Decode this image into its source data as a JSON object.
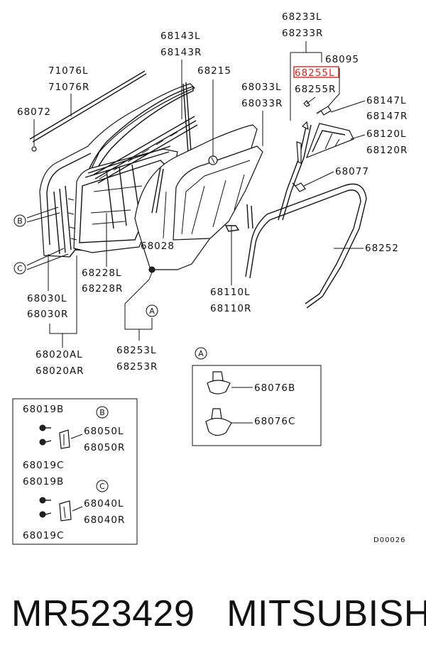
{
  "labels": {
    "p68233L": "68233L",
    "p68233R": "68233R",
    "p68095": "68095",
    "p68255L": "68255L",
    "p68255R": "68255R",
    "p68143L": "68143L",
    "p68143R": "68143R",
    "p71076L": "71076L",
    "p71076R": "71076R",
    "p68215": "68215",
    "p68033L": "68033L",
    "p68033R": "68033R",
    "p68147L": "68147L",
    "p68147R": "68147R",
    "p68072": "68072",
    "p68120L": "68120L",
    "p68120R": "68120R",
    "p68077": "68077",
    "p68028": "68028",
    "p68252": "68252",
    "p68228L": "68228L",
    "p68228R": "68228R",
    "p68110L": "68110L",
    "p68110R": "68110R",
    "p68030L": "68030L",
    "p68030R": "68030R",
    "p68020AL": "68020AL",
    "p68020AR": "68020AR",
    "p68253L": "68253L",
    "p68253R": "68253R",
    "p68076B": "68076B",
    "p68076C": "68076C",
    "inset_B_68019B": "68019B",
    "inset_B_68050L": "68050L",
    "inset_B_68050R": "68050R",
    "inset_B_68019C": "68019C",
    "inset_C_68019B": "68019B",
    "inset_C_68040L": "68040L",
    "inset_C_68040R": "68040R",
    "inset_C_68019C": "68019C"
  },
  "callouts": {
    "a": "A",
    "b": "B",
    "c": "C"
  },
  "diagram_code": "D00026",
  "footer": {
    "part_number": "MR523429",
    "brand": "MITSUBISHI"
  },
  "colors": {
    "highlight": "#e0201e",
    "ink": "#111111"
  }
}
